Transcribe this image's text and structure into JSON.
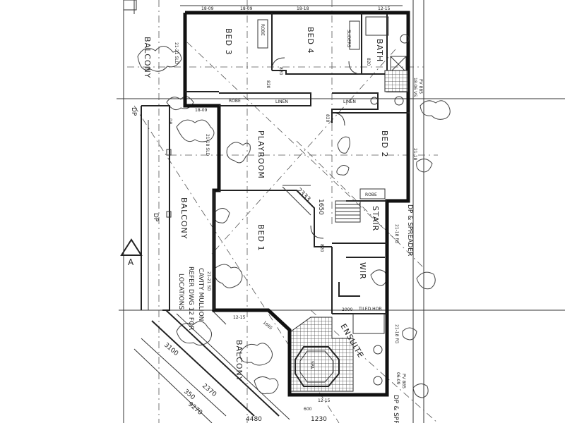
{
  "rooms": {
    "bed3": "BED 3",
    "bed4": "BED 4",
    "bath": "BATH",
    "bed2": "BED 2",
    "playroom": "PLAYROOM",
    "bed1": "BED 1",
    "stair": "STAIR",
    "wir": "WIR",
    "ensuite": "ENSUITE",
    "spa": "SPA"
  },
  "labels": {
    "robe_top": "ROBE",
    "robe_mid": "ROBE",
    "linen_mid": "LINEN",
    "linen_right": "LINEN",
    "robe_bed2": "ROBE",
    "sliders": "SLIDERS",
    "tiled_hob": "TILED HOB",
    "balcony_left_top": "BALCONY",
    "balcony_left": "BALCONY",
    "balcony_bottom": "BALCONY",
    "cavity_note_1": "CAVITY MULLION",
    "cavity_note_2": "REFER DWG 12 FOR",
    "cavity_note_3": "LOCATIONS",
    "dp_spreader": "DP & SPREADER",
    "dp_spreader_bottom": "DP & SPRE",
    "section_marker": "A",
    "dp_left": "DP",
    "dp_top": "DP",
    "dp_left2": "DP"
  },
  "dimensions": {
    "d2333": "2333",
    "d1650": "1650",
    "d3100": "3100",
    "d2370": "2370",
    "d350": "350",
    "d9270": "9270",
    "d4480": "4480",
    "d1230": "1230",
    "d2000": "2000",
    "d1665": "1665",
    "d600": "600"
  },
  "codes": {
    "c1": "18-09",
    "c2": "18-09",
    "c3": "18-18",
    "c4": "12-15",
    "c5": "21-21 SLD",
    "c6": "18-09",
    "c7": "21-18 SLD",
    "c8": "21-21 SD",
    "c9": "12-15",
    "c10": "12-15",
    "c11": "820",
    "c12": "820",
    "c13": "820",
    "c14": "820",
    "c15": "820",
    "c16": "21-18 FG",
    "c17": "21-18",
    "c18": "18-06 VS",
    "c19": "PV 885",
    "c20": "06-09",
    "c21": "PV 885",
    "c22": "21-18 FG"
  }
}
